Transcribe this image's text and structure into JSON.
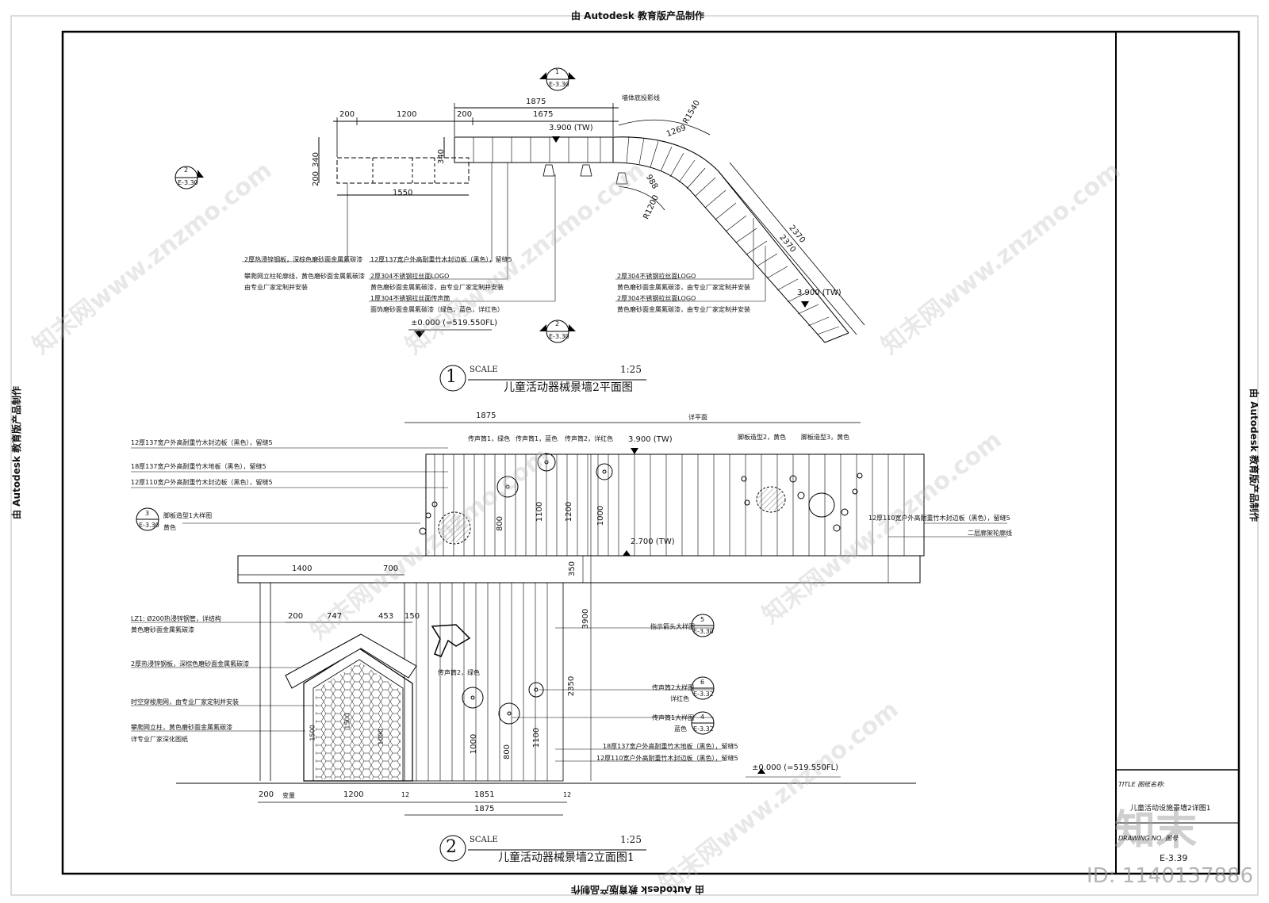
{
  "stamp": {
    "top": "由 Autodesk 教育版产品制作",
    "side": "由 Autodesk 教育版产品制作"
  },
  "plan": {
    "dims_top": [
      "200",
      "1200",
      "200",
      "1675",
      "1875"
    ],
    "dims_left": [
      "340",
      "200"
    ],
    "dim_340b": "340",
    "dim_1550": "1550",
    "dim_wall": "墙体底投影线",
    "radius_outer": "R1540",
    "radius_inner": "R1200",
    "arc_a": "1269",
    "arc_b": "988",
    "len_a": "2370",
    "len_b": "2370",
    "level_top": "3.900 (TW)",
    "level_end": "3.900 (TW)",
    "level_base": "±0.000 (=519.550FL)",
    "section_1_num": "1",
    "section_1_ref": "E-3.30",
    "section_2_num": "2",
    "section_2_ref": "E-3.30",
    "section_left_num": "2",
    "section_left_ref": "E-3.30",
    "notes_left": [
      "2厚热浸锌钢板，深棕色磨砂面金属氟碳漆",
      "攀爬网立柱轮廓线，黄色磨砂面金属氟碳漆",
      "由专业厂家定制并安装"
    ],
    "notes_mid": [
      "12厚137宽户外高耐重竹木封边板（黑色），留缝5",
      "2厚304不锈钢拉丝面LOGO",
      "黄色磨砂面金属氟碳漆，由专业厂家定制并安装",
      "1厚304不锈钢拉丝面传声筒",
      "面饰磨砂面金属氟碳漆（绿色，蓝色，详红色）"
    ],
    "notes_right": [
      "2厚304不锈钢拉丝面LOGO",
      "黄色磨砂面金属氟碳漆，由专业厂家定制并安装",
      "2厚304不锈钢拉丝面LOGO",
      "黄色磨砂面金属氟碳漆，由专业厂家定制并安装"
    ],
    "title_num": "1",
    "scale_label": "SCALE",
    "scale": "1:25",
    "title": "儿童活动器械景墙2平面图"
  },
  "elev": {
    "dim_1875_top": "1875",
    "dim_ref": "详平面",
    "level_top": "3.900 (TW)",
    "level_mid": "2.700 (TW)",
    "level_base": "±0.000 (=519.550FL)",
    "notes_left_top": [
      "12厚137宽户外高耐重竹木封边板（黑色），留缝5",
      "18厚137宽户外高耐重竹木地板（黑色），留缝5",
      "12厚110宽户外高耐重竹木封边板（黑色），留缝5"
    ],
    "callout3_num": "3",
    "callout3_ref": "E-3.30",
    "callout3_text": [
      "脚板造型1大样图",
      "黄色"
    ],
    "tube_labels": [
      "传声筒1，绿色",
      "传声筒1，蓝色",
      "传声筒2，详红色"
    ],
    "foot_labels": [
      "脚板造型2，黄色",
      "脚板造型3，黄色"
    ],
    "dims_vert_upper": [
      "800",
      "1100",
      "1200",
      "1000"
    ],
    "right_note": "12厚110宽户外高耐重竹木封边板（黑色），留缝5",
    "right_note2": "二层廊架轮廓线",
    "dim_1400": "1400",
    "dim_700": "700",
    "dim_350": "350",
    "dim_3900": "3900",
    "dim_2350": "2350",
    "dims_house": [
      "200",
      "747",
      "453",
      "150"
    ],
    "notes_left_bottom": [
      "LZ1: Ø200热浸锌钢管，详结构",
      "黄色磨砂面金属氟碳漆",
      "2厚热浸锌钢板，深棕色磨砂面金属氟碳漆",
      "时空穿梭爬网，由专业厂家定制并安装",
      "攀爬网立柱，黄色磨砂面金属氟碳漆",
      "详专业厂家深化图纸"
    ],
    "house_dims": [
      "1500",
      "1500",
      "1000"
    ],
    "tube_label_bottom": "传声筒2，绿色",
    "dims_vert_lower": [
      "1000",
      "800",
      "1100"
    ],
    "callout5_text": "指示箭头大样图",
    "callout5_num": "5",
    "callout5_ref": "E-3.30",
    "callout6_text": [
      "传声筒2大样图",
      "详红色"
    ],
    "callout6_num": "6",
    "callout6_ref": "E-3.32",
    "callout4_text": [
      "传声筒1大样图",
      "蓝色"
    ],
    "callout4_num": "4",
    "callout4_ref": "E-3.32",
    "notes_right_bottom": [
      "18厚137宽户外高耐重竹木地板（黑色），留缝5",
      "12厚110宽户外高耐重竹木封边板（黑色），留缝5"
    ],
    "dims_bottom": [
      "200",
      "变量",
      "1200",
      "12",
      "1851",
      "12"
    ],
    "dim_1875_bottom": "1875",
    "title_num": "2",
    "scale_label": "SCALE",
    "scale": "1:25",
    "title": "儿童活动器械景墙2立面图1"
  },
  "titleblock": {
    "title_label": "TITLE 图纸名称:",
    "title_value": "儿童活动设施景墙2详图1",
    "drawing_no_label": "DRAWING NO. 图号",
    "drawing_no": "E-3.39"
  },
  "watermark": {
    "text": "知末网www.znzmo.com",
    "logo": "知末",
    "id": "ID: 1140137886"
  }
}
